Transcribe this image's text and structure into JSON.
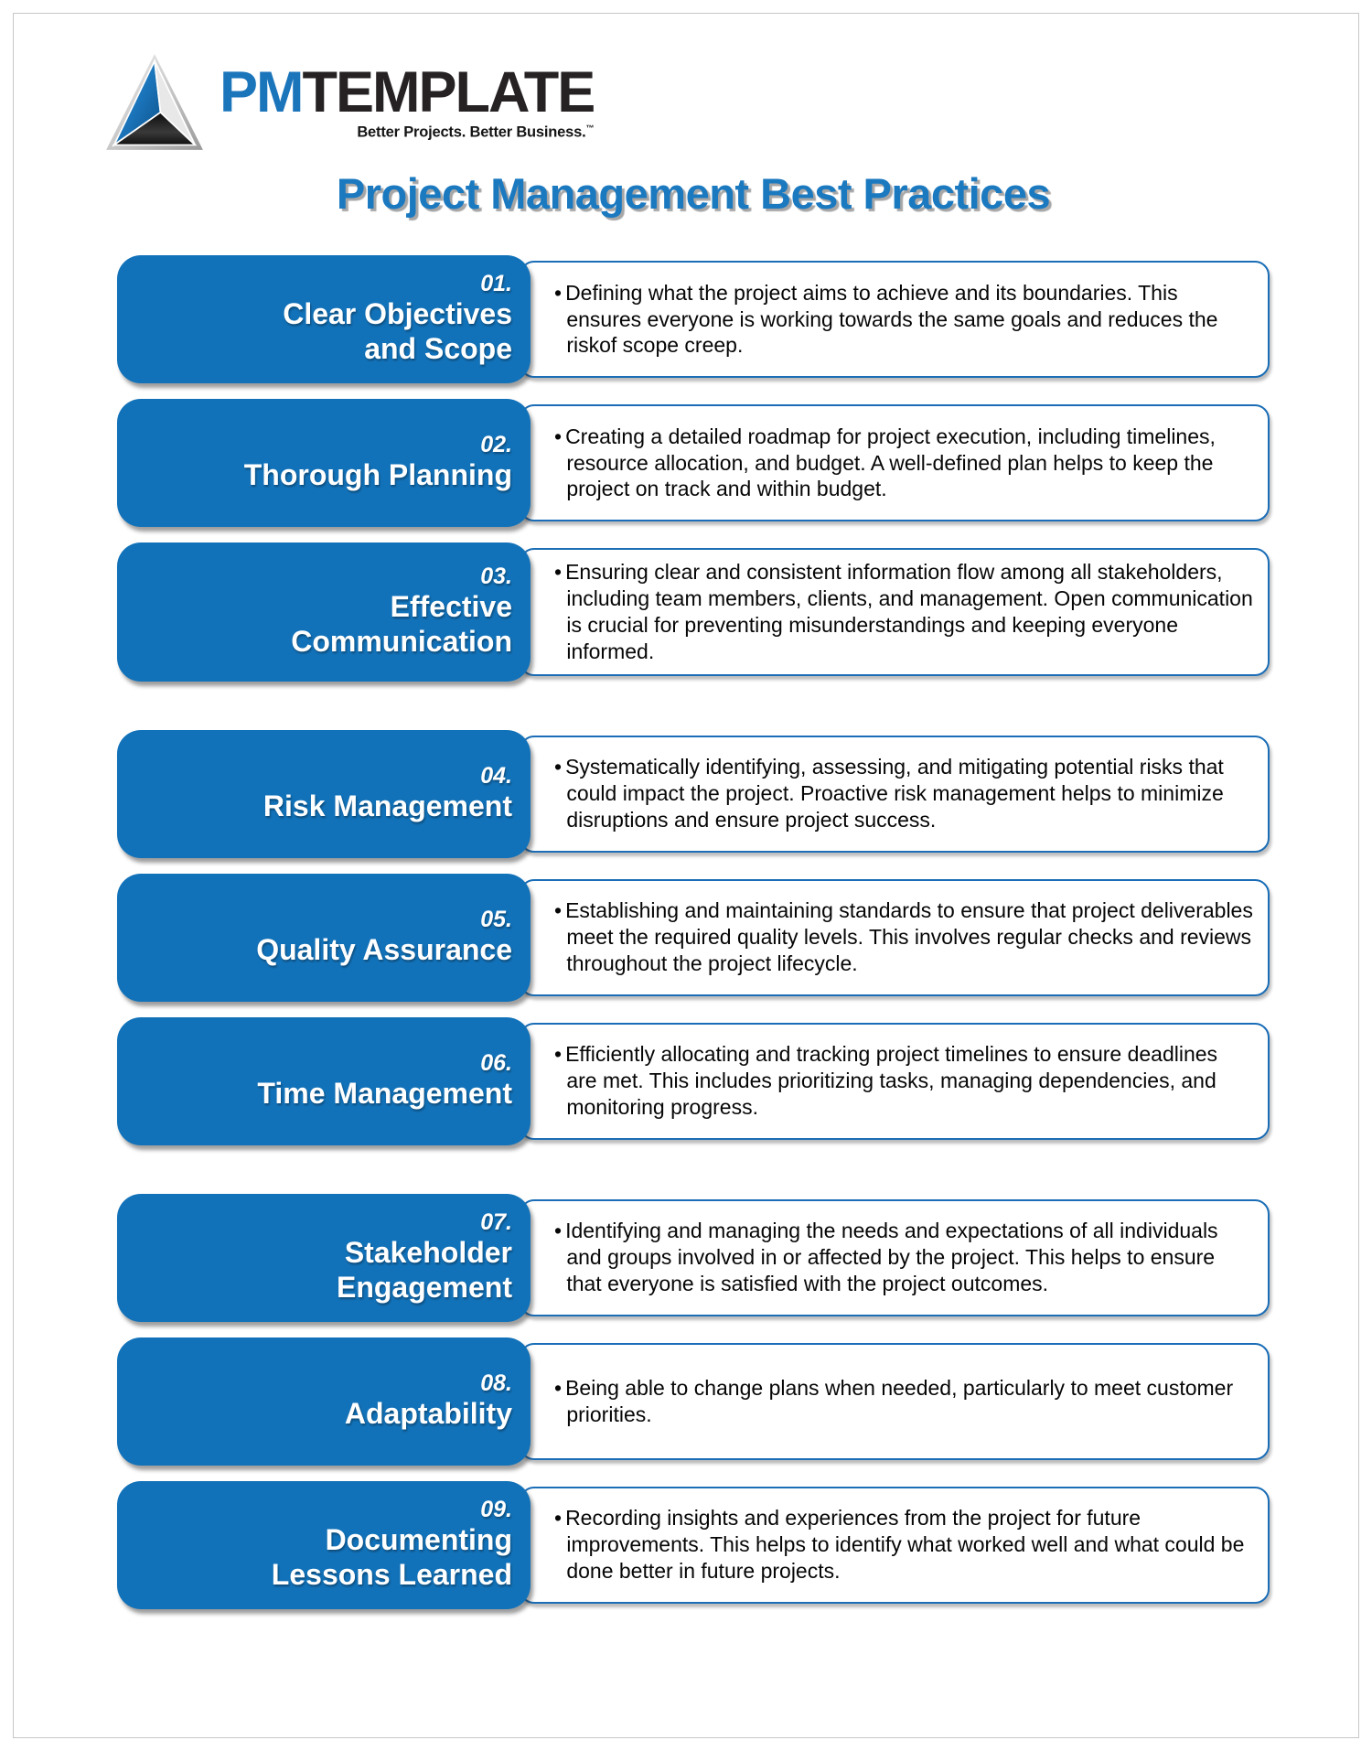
{
  "logo": {
    "icon": "pyramid-icon",
    "brand_prefix": "PM",
    "brand_suffix": "TEMPLATE",
    "tagline": "Better Projects. Better Business.",
    "trademark": "™"
  },
  "page_title": "Project Management Best Practices",
  "bullet_char": "•",
  "colors": {
    "box_blue": "#1272b9",
    "border_blue": "#1a6db6",
    "title_blue": "#1b79c0",
    "brand_blue": "#1b75bb",
    "text_black": "#060606"
  },
  "items": [
    {
      "number": "01.",
      "title_lines": [
        "Clear Objectives",
        "and Scope"
      ],
      "description": "Defining what the project aims to achieve and its boundaries. This ensures everyone is working towards the same goals and reduces the riskof scope creep."
    },
    {
      "number": "02.",
      "title_lines": [
        "Thorough Planning"
      ],
      "description": "Creating a detailed roadmap for project execution, including timelines, resource allocation, and budget. A well-defined plan helps to keep the project on track and within budget."
    },
    {
      "number": "03.",
      "title_lines": [
        "Effective",
        "Communication"
      ],
      "description": "Ensuring clear and consistent information flow among all stakeholders, including team members, clients, and management. Open communication is crucial for preventing misunderstandings and keeping everyone informed."
    },
    {
      "number": "04.",
      "title_lines": [
        "Risk Management"
      ],
      "description": "Systematically identifying, assessing, and mitigating potential risks that could impact the project. Proactive risk management helps to minimize disruptions and ensure project success."
    },
    {
      "number": "05.",
      "title_lines": [
        "Quality Assurance"
      ],
      "description": "Establishing and maintaining standards to ensure that project deliverables meet the required quality levels. This involves regular checks and reviews throughout the project lifecycle."
    },
    {
      "number": "06.",
      "title_lines": [
        "Time Management"
      ],
      "description": "Efficiently allocating and tracking project timelines to ensure deadlines are met. This includes prioritizing tasks, managing dependencies, and monitoring progress."
    },
    {
      "number": "07.",
      "title_lines": [
        "Stakeholder",
        "Engagement"
      ],
      "description": "Identifying and managing the needs and expectations of all individuals and groups involved in or affected by the project. This helps to ensure that everyone is satisfied with the project outcomes."
    },
    {
      "number": "08.",
      "title_lines": [
        "Adaptability"
      ],
      "description": "Being able to change plans when needed, particularly to meet customer priorities."
    },
    {
      "number": "09.",
      "title_lines": [
        "Documenting",
        "Lessons Learned"
      ],
      "description": "Recording insights and experiences from the project for future improvements. This helps to identify what worked well and what could be done better in future projects."
    }
  ]
}
